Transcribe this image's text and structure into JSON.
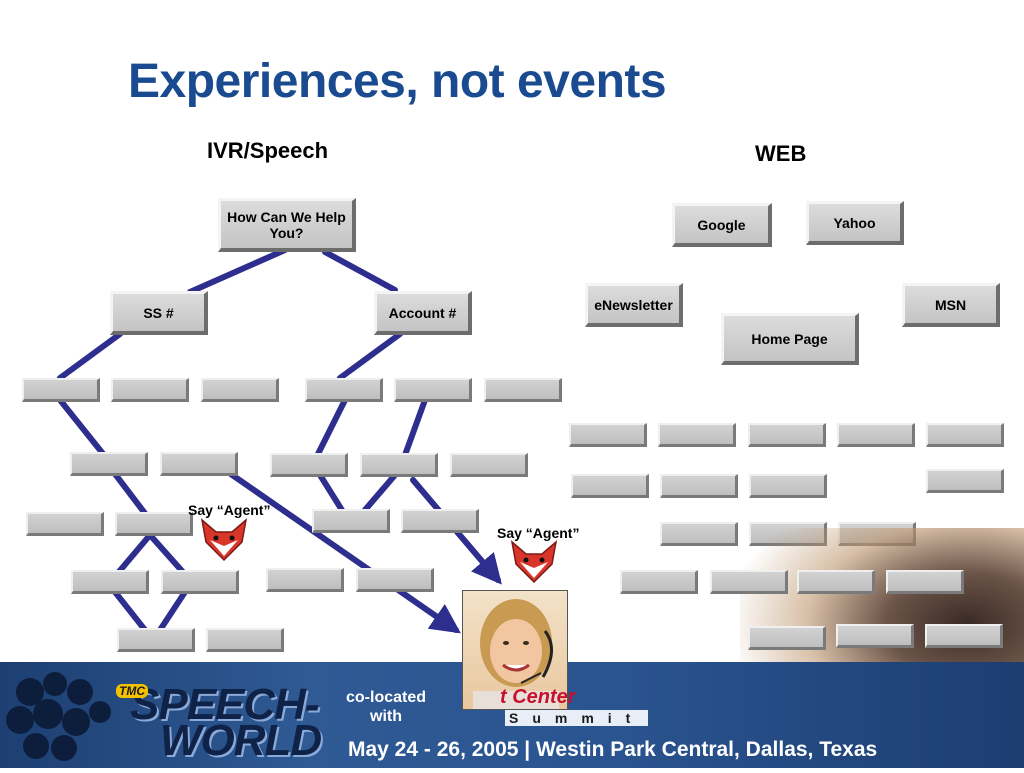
{
  "title": "Experiences, not events",
  "ivr": {
    "heading": "IVR/Speech",
    "root": "How Can We Help You?",
    "left_branch": "SS #",
    "right_branch": "Account #",
    "say_agent_1": "Say “Agent”",
    "say_agent_2": "Say “Agent”"
  },
  "web": {
    "heading": "WEB",
    "google": "Google",
    "yahoo": "Yahoo",
    "enewsletter": "eNewsletter",
    "msn": "MSN",
    "home_page": "Home Page"
  },
  "banner": {
    "tmc": "TMC",
    "speech": "SPEECH-",
    "world": "WORLD",
    "colocated_1": "co-located",
    "colocated_2": "with",
    "summit_partial": "t Center",
    "summit_letters": "Summit",
    "date_line": "May 24 - 26, 2005    |  Westin Park Central, Dallas, Texas"
  },
  "colors": {
    "title": "#1a4a8f",
    "connector": "#2e2e8f",
    "banner": "#2a5490"
  }
}
